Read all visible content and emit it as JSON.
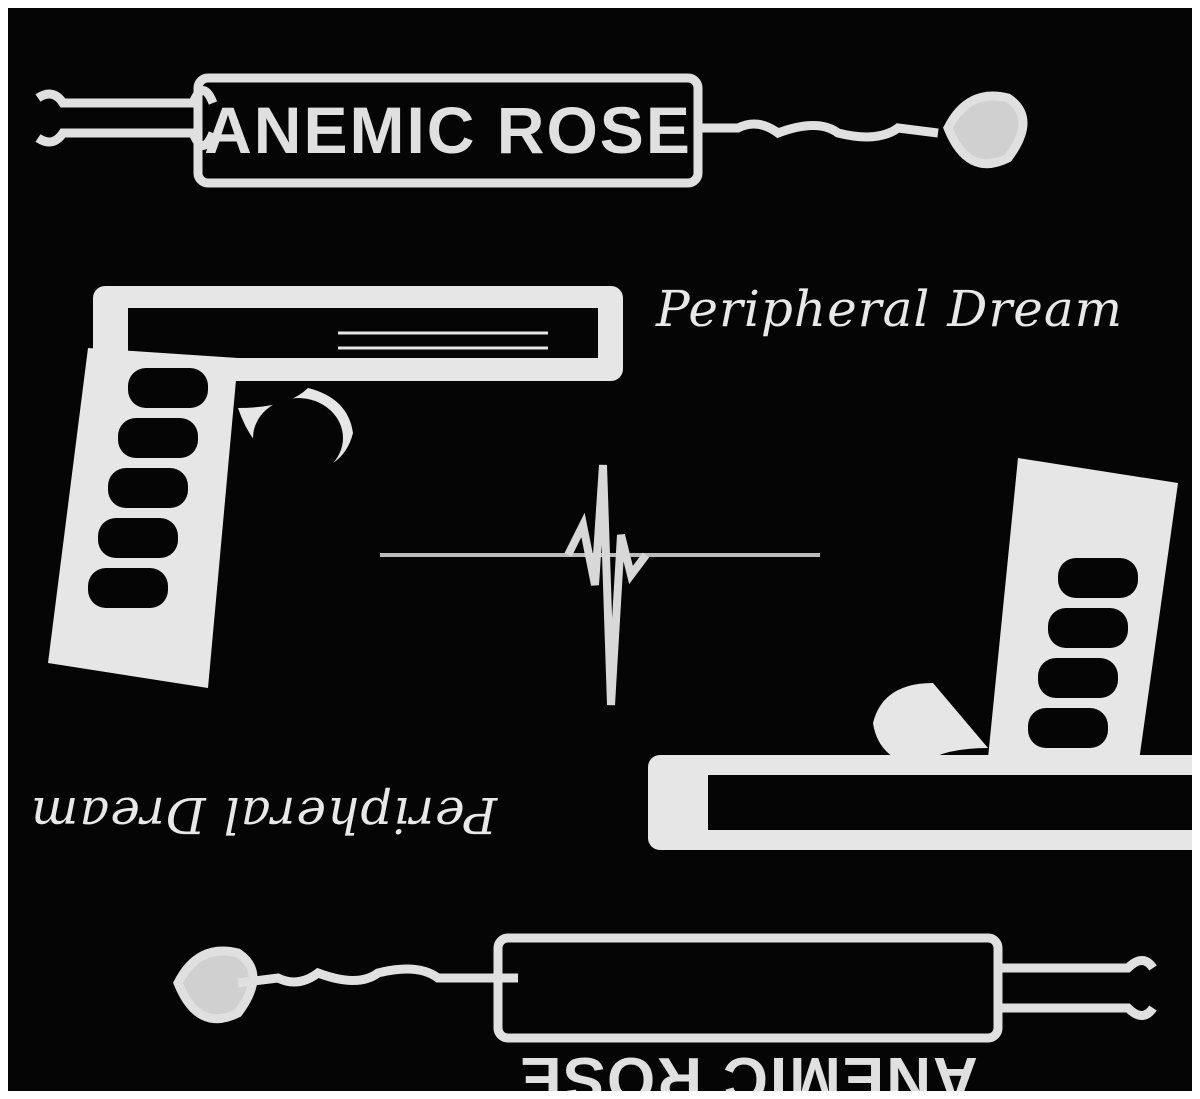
{
  "artwork": {
    "logo_text": "ANEMIC ROSE",
    "title": "Peripheral Dream",
    "title_mirrored": "Peripheral Dream",
    "colors": {
      "background": "#050505",
      "foreground": "#e8e8e8",
      "border": "#ffffff"
    }
  }
}
